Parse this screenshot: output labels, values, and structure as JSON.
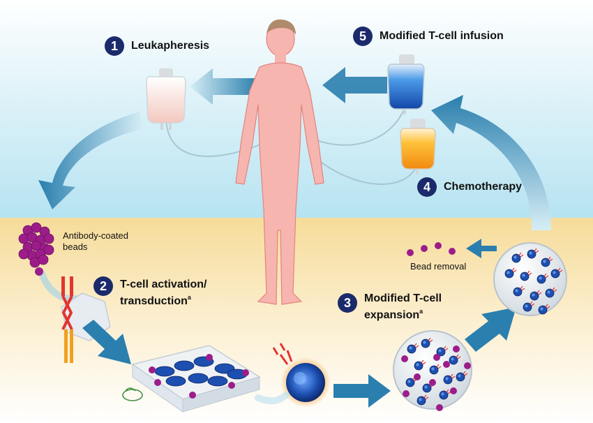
{
  "steps": [
    {
      "number": "1",
      "label": "Leukapheresis"
    },
    {
      "number": "2",
      "label_line1": "T-cell activation/",
      "label_line2": "transduction",
      "footnote": "a"
    },
    {
      "number": "3",
      "label_line1": "Modified T-cell",
      "label_line2": "expansion",
      "footnote": "a"
    },
    {
      "number": "4",
      "label": "Chemotherapy"
    },
    {
      "number": "5",
      "label": "Modified T-cell infusion"
    }
  ],
  "labels": {
    "antibody_beads_line1": "Antibody-coated",
    "antibody_beads_line2": "beads",
    "bead_removal": "Bead removal"
  },
  "colors": {
    "sky_top": "#ffffff",
    "sky_bottom": "#b6e3f1",
    "ground_top": "#f6dc9a",
    "ground_bottom": "#fffaf0",
    "arrow": "#2a7fae",
    "step_badge": "#1b2a6b",
    "bead": "#9c1d8a",
    "t_cell": "#1c4fb0",
    "skin": "#f7b5b0",
    "infusion_blue": "#1e6fd0",
    "chemo_orange": "#f39a18"
  }
}
